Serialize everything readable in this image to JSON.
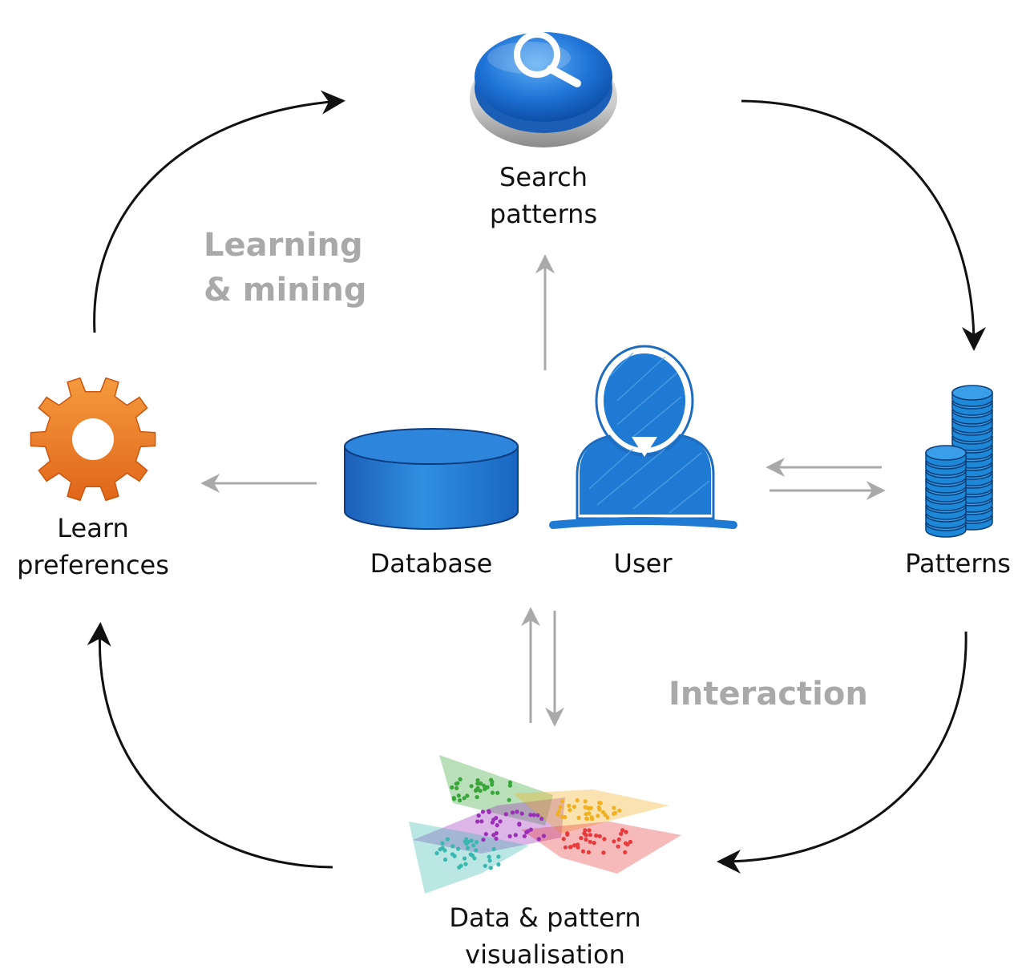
{
  "nodes": {
    "search": {
      "line1": "Search",
      "line2": "patterns",
      "icon": "search-button-icon",
      "color": "#1f73d6"
    },
    "patterns": {
      "label": "Patterns",
      "icon": "coin-stack-icon",
      "color": "#1e88d8"
    },
    "visualisation": {
      "line1": "Data & pattern",
      "line2": "visualisation",
      "icon": "scatter-clusters-icon"
    },
    "learn": {
      "line1": "Learn",
      "line2": "preferences",
      "icon": "gear-icon",
      "color": "#ea7a22"
    },
    "database": {
      "label": "Database",
      "icon": "database-cylinder-icon",
      "color": "#1f76cc"
    },
    "user": {
      "label": "User",
      "icon": "user-sketch-icon",
      "color": "#1e7ad2"
    }
  },
  "phases": {
    "learning": {
      "line1": "Learning",
      "line2": "& mining"
    },
    "interaction": {
      "label": "Interaction"
    }
  },
  "colors": {
    "cycle_arrow": "#111111",
    "inner_arrow": "#a9a9a9",
    "phase_text": "#a9a9a9"
  },
  "cluster_colors": [
    "#3aa63a",
    "#9b2fb8",
    "#f0b020",
    "#e83a3a",
    "#3ab8b0"
  ]
}
